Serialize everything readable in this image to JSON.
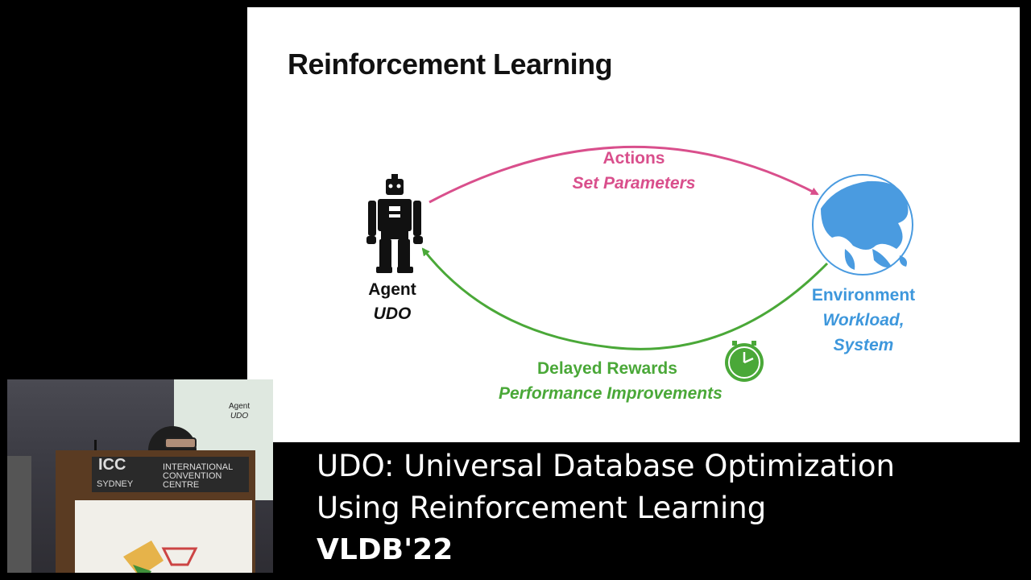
{
  "slide": {
    "title": "Reinforcement Learning",
    "agent": {
      "label": "Agent",
      "sublabel": "UDO"
    },
    "environment": {
      "label": "Environment",
      "sublabel_line1": "Workload,",
      "sublabel_line2": "System"
    },
    "actions": {
      "label": "Actions",
      "sublabel": "Set Parameters"
    },
    "rewards": {
      "label": "Delayed Rewards",
      "sublabel": "Performance Improvements"
    },
    "colors": {
      "actions": "#d94f8c",
      "rewards": "#4aa838",
      "environment": "#3d97dc",
      "globe": "#4a9be0"
    },
    "icons": [
      "robot-icon",
      "globe-icon",
      "clock-icon"
    ]
  },
  "video_inset": {
    "screen_agent_label": "Agent",
    "screen_agent_sublabel": "UDO",
    "podium_sign_logo": "ICC",
    "podium_sign_city": "SYDNEY",
    "podium_sign_text": "INTERNATIONAL CONVENTION CENTRE"
  },
  "caption": {
    "line1": "UDO: Universal Database Optimization",
    "line2": "Using Reinforcement Learning",
    "line3": "VLDB'22"
  }
}
